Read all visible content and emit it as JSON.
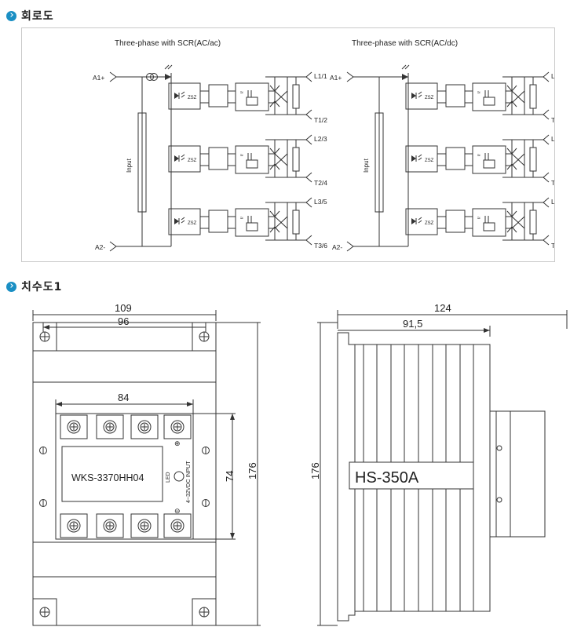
{
  "sections": {
    "circuit_title": "회로도",
    "dimension_title": "치수도1"
  },
  "circuit": {
    "left_title": "Three-phase with SCR(AC/ac)",
    "right_title": "Three-phase with SCR(AC/dc)",
    "input_label": "Input",
    "a_plus": "A1+",
    "a_minus": "A2-",
    "line_labels": [
      "L1/1",
      "L2/3",
      "L3/5"
    ],
    "terminal_labels": [
      "T1/2",
      "T2/4",
      "T3/6"
    ],
    "zener_label": "ZSZ",
    "tilde": "≈"
  },
  "dimensions": {
    "front": {
      "width_outer": "109",
      "width_inner": "96",
      "width_module": "84",
      "height_module": "74",
      "height_total": "176",
      "model": "WKS-3370HH04",
      "led_label": "LED",
      "input_spec": "4~32VDC INPUT",
      "plus_sign": "⊕",
      "minus_sign": "⊖"
    },
    "side": {
      "depth_total": "124",
      "depth_heatsink": "91,5",
      "height_total": "176",
      "heatsink_model": "HS-350A"
    }
  },
  "colors": {
    "accent": "#1a8fc4",
    "line": "#333333",
    "panel_border": "#c9c9c9"
  }
}
